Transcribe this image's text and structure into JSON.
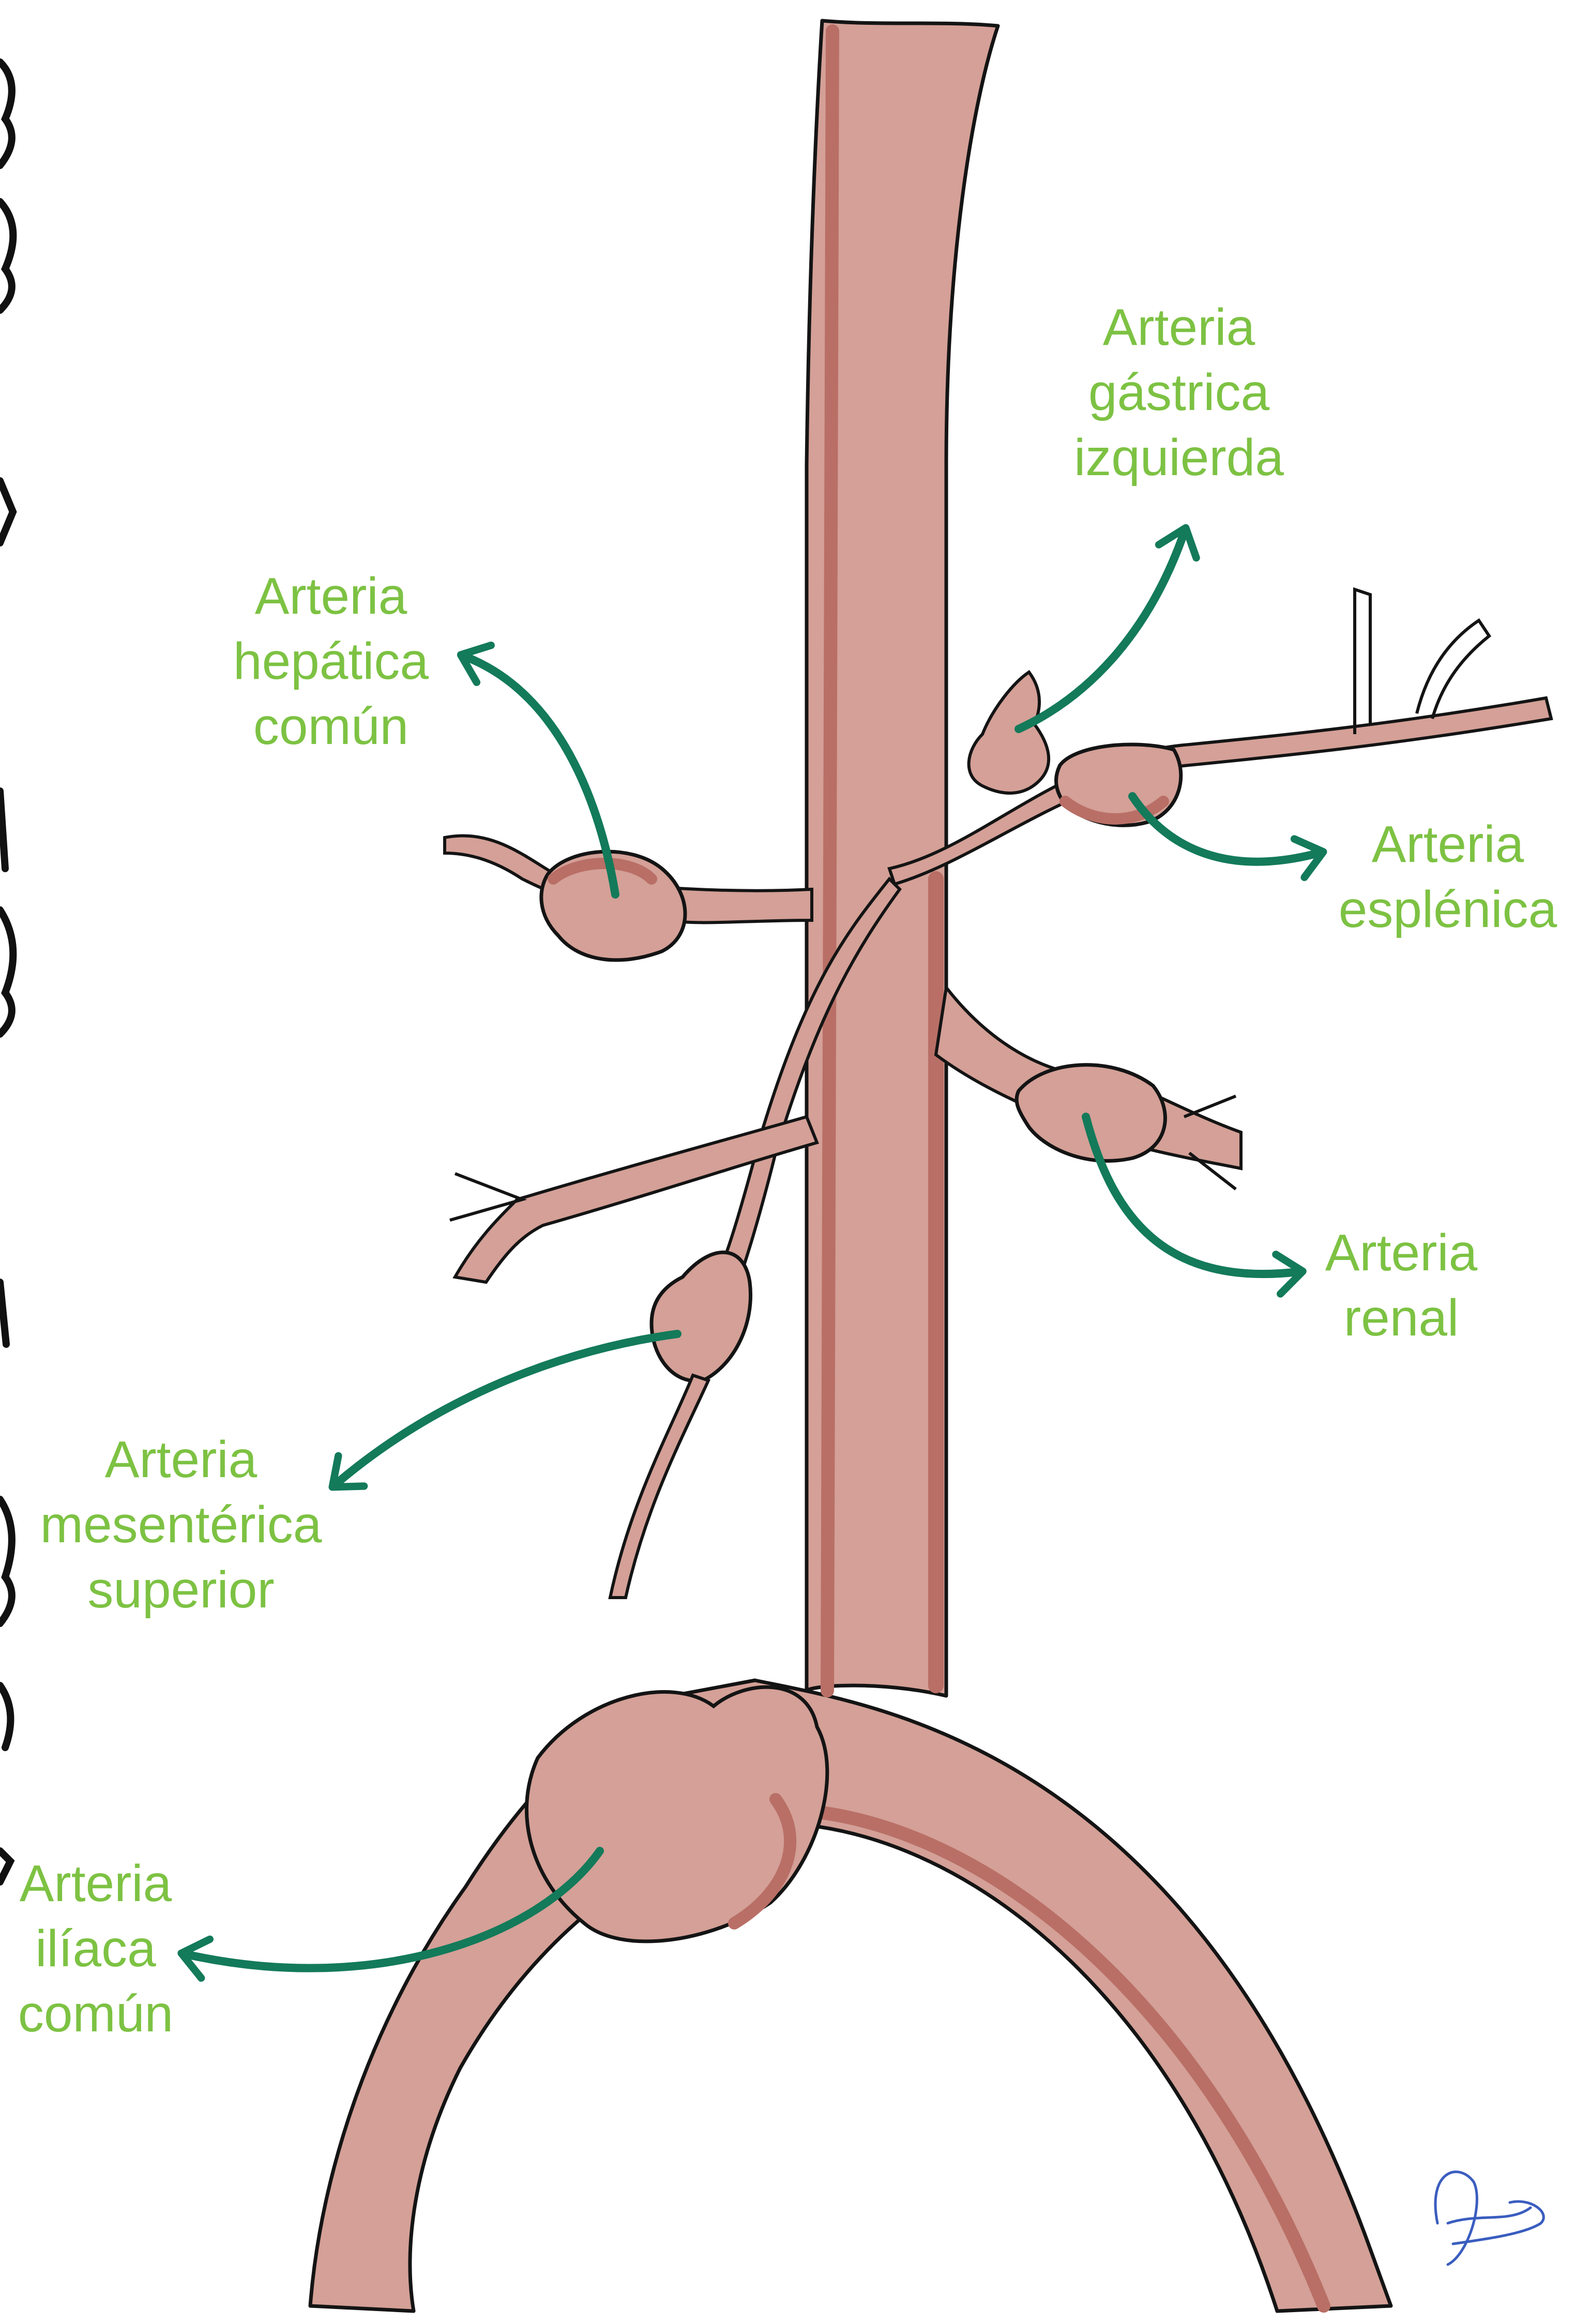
{
  "colors": {
    "vessel_fill": "#d4a097",
    "vessel_shadow": "#b96f66",
    "outline": "#141414",
    "label_text": "#7dc243",
    "arrow": "#137a5a",
    "margin_ink": "#111111"
  },
  "labels": {
    "gastric": [
      "Arteria",
      "gástrica",
      "izquierda"
    ],
    "hepatic": [
      "Arteria",
      "hepática",
      "común"
    ],
    "splenic": [
      "Arteria",
      "esplénica"
    ],
    "renal": [
      "Arteria",
      "renal"
    ],
    "mesenteric": [
      "Arteria",
      "mesentérica",
      "superior"
    ],
    "iliac": [
      "Arteria",
      "ilíaca",
      "común"
    ]
  },
  "signature_text": "Nina Sanjon"
}
